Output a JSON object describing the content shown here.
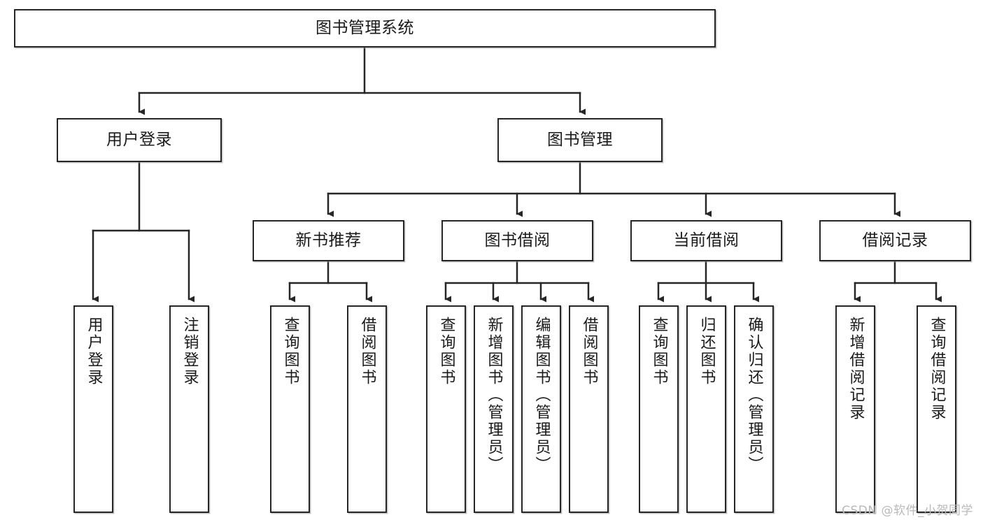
{
  "diagram": {
    "title": "图书管理系统",
    "type": "tree-hierarchy",
    "watermark": "CSDN @软件_小贺同学",
    "colors": {
      "stroke": "#262626",
      "fill": "#ffffff",
      "text": "#1a1a1a",
      "watermark": "#b9b9b9"
    },
    "root": {
      "label": "图书管理系统"
    },
    "level2": [
      {
        "label": "用户登录"
      },
      {
        "label": "图书管理"
      }
    ],
    "level3": [
      {
        "label": "新书推荐"
      },
      {
        "label": "图书借阅"
      },
      {
        "label": "当前借阅"
      },
      {
        "label": "借阅记录"
      }
    ],
    "leaves": {
      "user_login": [
        {
          "label": "用户登录"
        },
        {
          "label": "注销登录"
        }
      ],
      "new_book_recommend": [
        {
          "label": "查询图书"
        },
        {
          "label": "借阅图书"
        }
      ],
      "book_borrow": [
        {
          "label": "查询图书"
        },
        {
          "label": "新增图书（管理员）"
        },
        {
          "label": "编辑图书（管理员）"
        },
        {
          "label": "借阅图书"
        }
      ],
      "current_borrow": [
        {
          "label": "查询图书"
        },
        {
          "label": "归还图书"
        },
        {
          "label": "确认归还（管理员）"
        }
      ],
      "borrow_record": [
        {
          "label": "新增借阅记录"
        },
        {
          "label": "查询借阅记录"
        }
      ]
    }
  }
}
